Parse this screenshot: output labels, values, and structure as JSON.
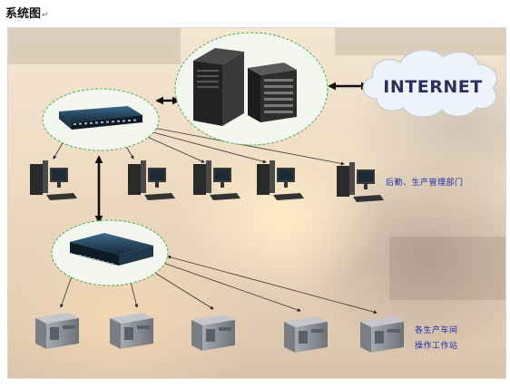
{
  "header": {
    "title": "系统图",
    "paragraph_mark": "↵"
  },
  "cloud": {
    "text": "INTERNET"
  },
  "labels": {
    "office": "后勤、生产管理部门",
    "workshop_line1": "各生产车间",
    "workshop_line2": "操作工作站"
  },
  "colors": {
    "label_text": "#1b2aa8",
    "ellipse_fill": "#f3f6ef",
    "ellipse_border": "#4caf50",
    "cloud_fill": "#eef2f9",
    "cloud_text": "#2a2f5c",
    "switch_body": "#1f3b52",
    "server_body": "#2b2b2b",
    "pc_tower": "#2a2a2a",
    "pc_monitor": "#3a3a3a",
    "industrial_pc": "#8f9298"
  },
  "nodes": {
    "upper_switch": "network-switch-icon",
    "lower_switch": "network-switch-icon",
    "servers": "server-icon",
    "desktops": "desktop-pc-icon",
    "industrial_pcs": "industrial-pc-icon"
  }
}
